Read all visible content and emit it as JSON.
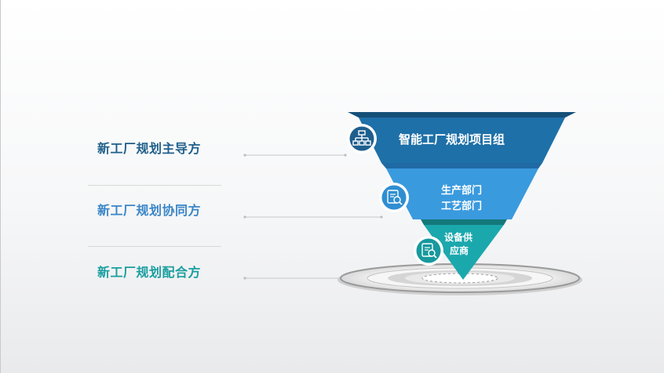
{
  "roles": [
    {
      "label": "新工厂规划主导方",
      "color": "#1f5f8b"
    },
    {
      "label": "新工厂规划协同方",
      "color": "#3a86c8"
    },
    {
      "label": "新工厂规划配合方",
      "color": "#1a9ea0"
    }
  ],
  "tiers": [
    {
      "lines": [
        "智能工厂规划项目组"
      ],
      "icon": "org-chart-icon",
      "color": "#1e70a8"
    },
    {
      "lines": [
        "生产部门",
        "工艺部门"
      ],
      "icon": "document-search-icon",
      "color": "#3a9ade"
    },
    {
      "lines": [
        "设备供",
        "应商"
      ],
      "icon": "document-search-icon",
      "color": "#1ba8ad"
    }
  ]
}
